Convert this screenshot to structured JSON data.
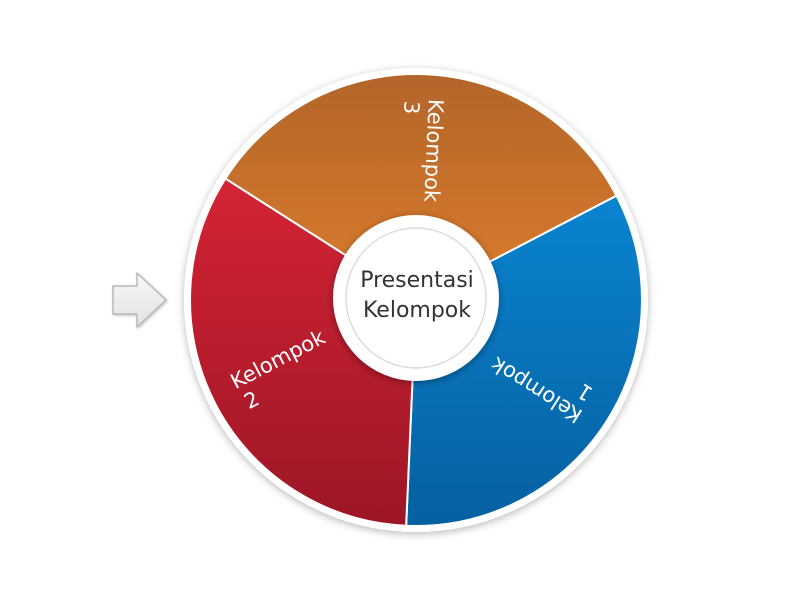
{
  "wheel": {
    "center_label_lines": [
      "Presentasi",
      "Kelompok"
    ],
    "segments": [
      {
        "label_lines": [
          "Kelompok",
          "1"
        ],
        "color_top": "#0a84d0",
        "color_bottom": "#0560a0"
      },
      {
        "label_lines": [
          "Kelompok",
          "2"
        ],
        "color_top": "#d42434",
        "color_bottom": "#9c1626"
      },
      {
        "label_lines": [
          "Kelompok",
          "3"
        ],
        "color_top": "#b2652a",
        "color_bottom": "#dc7c2c"
      }
    ],
    "pointer": {
      "icon": "arrow-right-icon"
    },
    "rim_color": "#ffffff",
    "hub_color": "#ffffff"
  }
}
